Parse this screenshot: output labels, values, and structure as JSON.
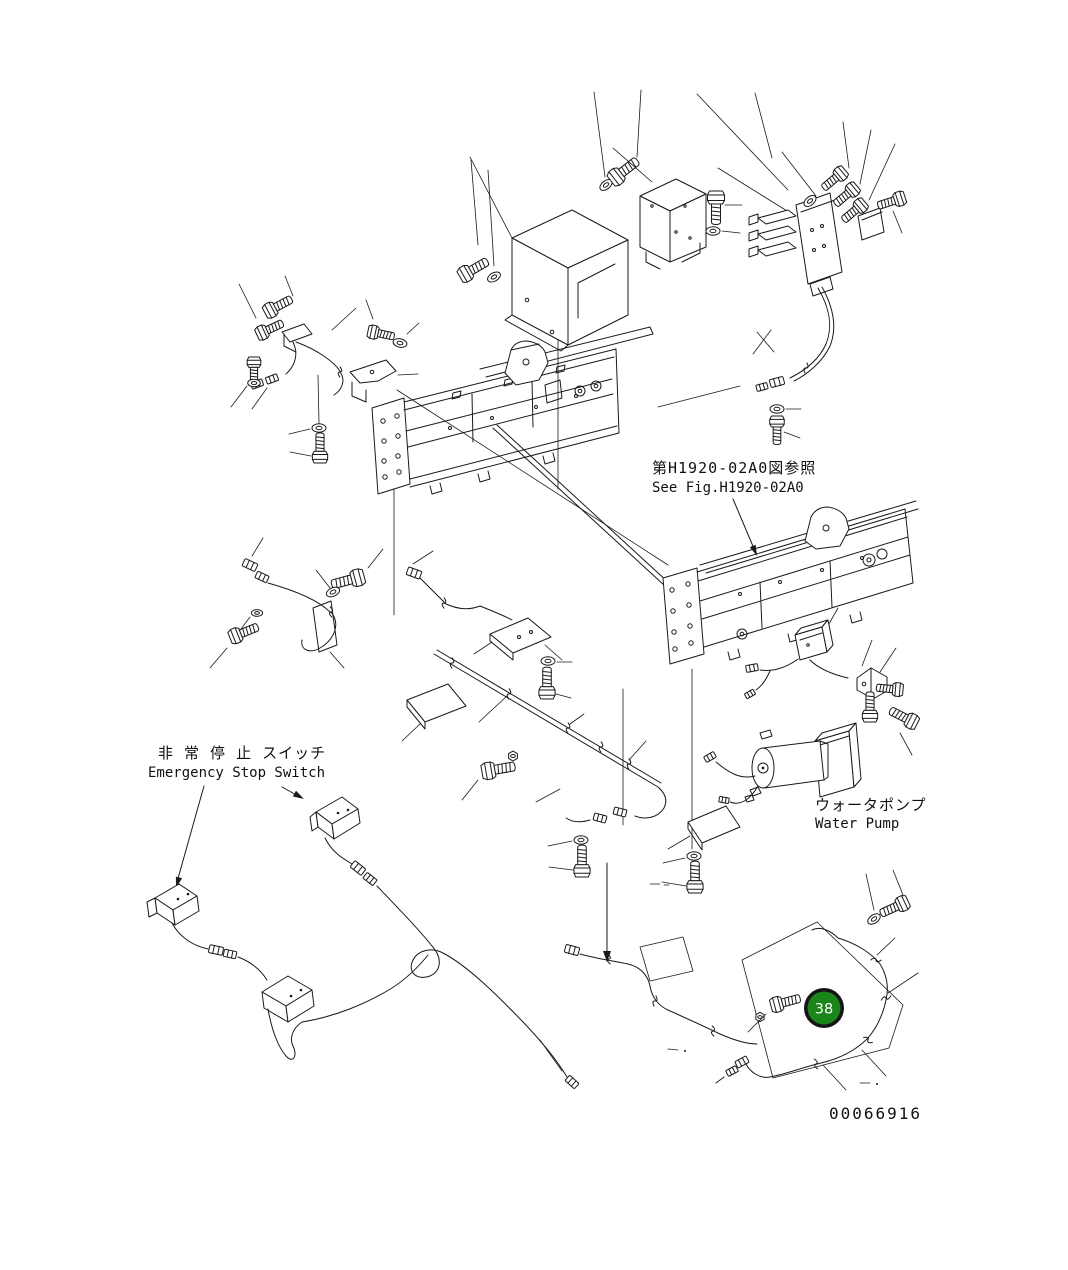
{
  "figure": {
    "background": "#ffffff",
    "line_color": "#1a1a1a",
    "type": "machinery-parts-diagram"
  },
  "labels": {
    "see_fig": {
      "jp": "第H1920-02A0図参照",
      "en": "See Fig.H1920-02A0"
    },
    "emergency_stop_switch": {
      "jp": "非 常 停 止 スイッチ",
      "en": "Emergency Stop Switch"
    },
    "water_pump": {
      "jp": "ウォータポンプ",
      "en": "Water Pump"
    }
  },
  "callout": {
    "number": "38",
    "fill_color": "#1a851a",
    "ring_color": "#151515",
    "text_color": "#ffffff"
  },
  "doc_number": "00066916"
}
